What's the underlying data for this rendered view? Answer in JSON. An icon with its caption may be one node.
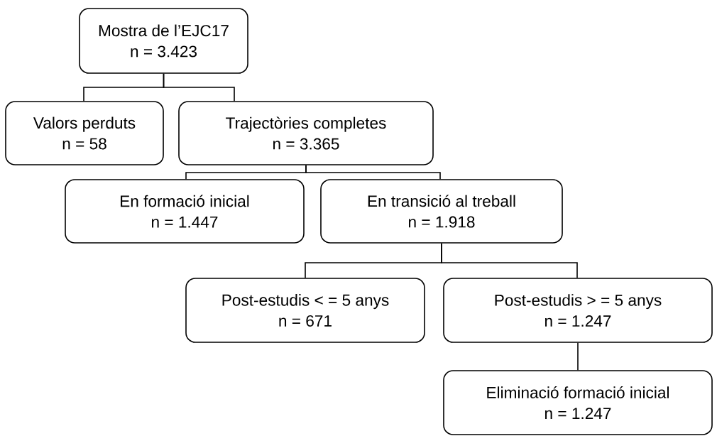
{
  "diagram": {
    "nodes": [
      {
        "text": [
          "Mostra de l’EJC17",
          "n = 3.423"
        ]
      },
      {
        "text": [
          "Valors perduts",
          "n = 58"
        ]
      },
      {
        "text": [
          "Trajectòries completes",
          "n = 3.365"
        ]
      },
      {
        "text": [
          "En formació inicial",
          "n = 1.447"
        ]
      },
      {
        "text": [
          "En transició al treball",
          "n = 1.918"
        ]
      },
      {
        "text": [
          "Post-estudis < = 5 anys",
          "n = 671"
        ]
      },
      {
        "text": [
          "Post-estudis > = 5 anys",
          "n = 1.247"
        ]
      },
      {
        "text": [
          "Eliminació formació inicial",
          "n = 1.247"
        ]
      }
    ],
    "edges": [
      {
        "from": 0,
        "to": 1,
        "arrow": "none"
      },
      {
        "from": 0,
        "to": 2,
        "arrow": "none"
      },
      {
        "from": 2,
        "to": 3,
        "arrow": "none"
      },
      {
        "from": 2,
        "to": 4,
        "arrow": "none"
      },
      {
        "from": 4,
        "to": 5,
        "arrow": "none"
      },
      {
        "from": 4,
        "to": 6,
        "arrow": "none"
      },
      {
        "from": 6,
        "to": 7,
        "arrow": "none"
      }
    ]
  }
}
